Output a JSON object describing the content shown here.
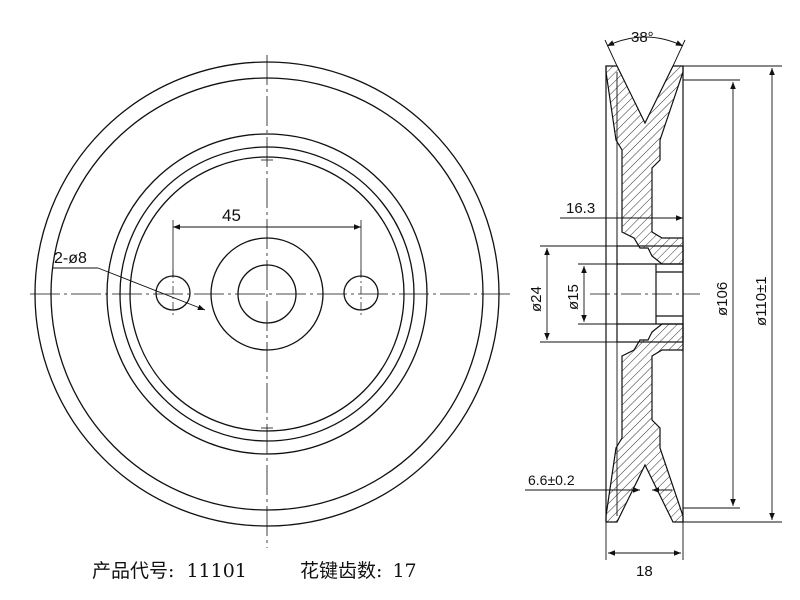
{
  "front_view": {
    "dim_hole_spacing": "45",
    "dim_holes": "2-ø8"
  },
  "section_view": {
    "dim_angle": "38°",
    "dim_hub_offset": "16.3",
    "dim_hub_dia": "ø24",
    "dim_bore_dia": "ø15",
    "dim_groove_dia": "ø106",
    "dim_outer_dia": "ø110±1",
    "dim_groove_width": "6.6±0.2",
    "dim_total_width": "18"
  },
  "caption": {
    "product_code_label": "产品代号:",
    "product_code_value": "11101",
    "spline_label": "花键齿数:",
    "spline_value": "17"
  },
  "colors": {
    "line": "#111111",
    "hatch": "#333333",
    "background": "#ffffff"
  }
}
